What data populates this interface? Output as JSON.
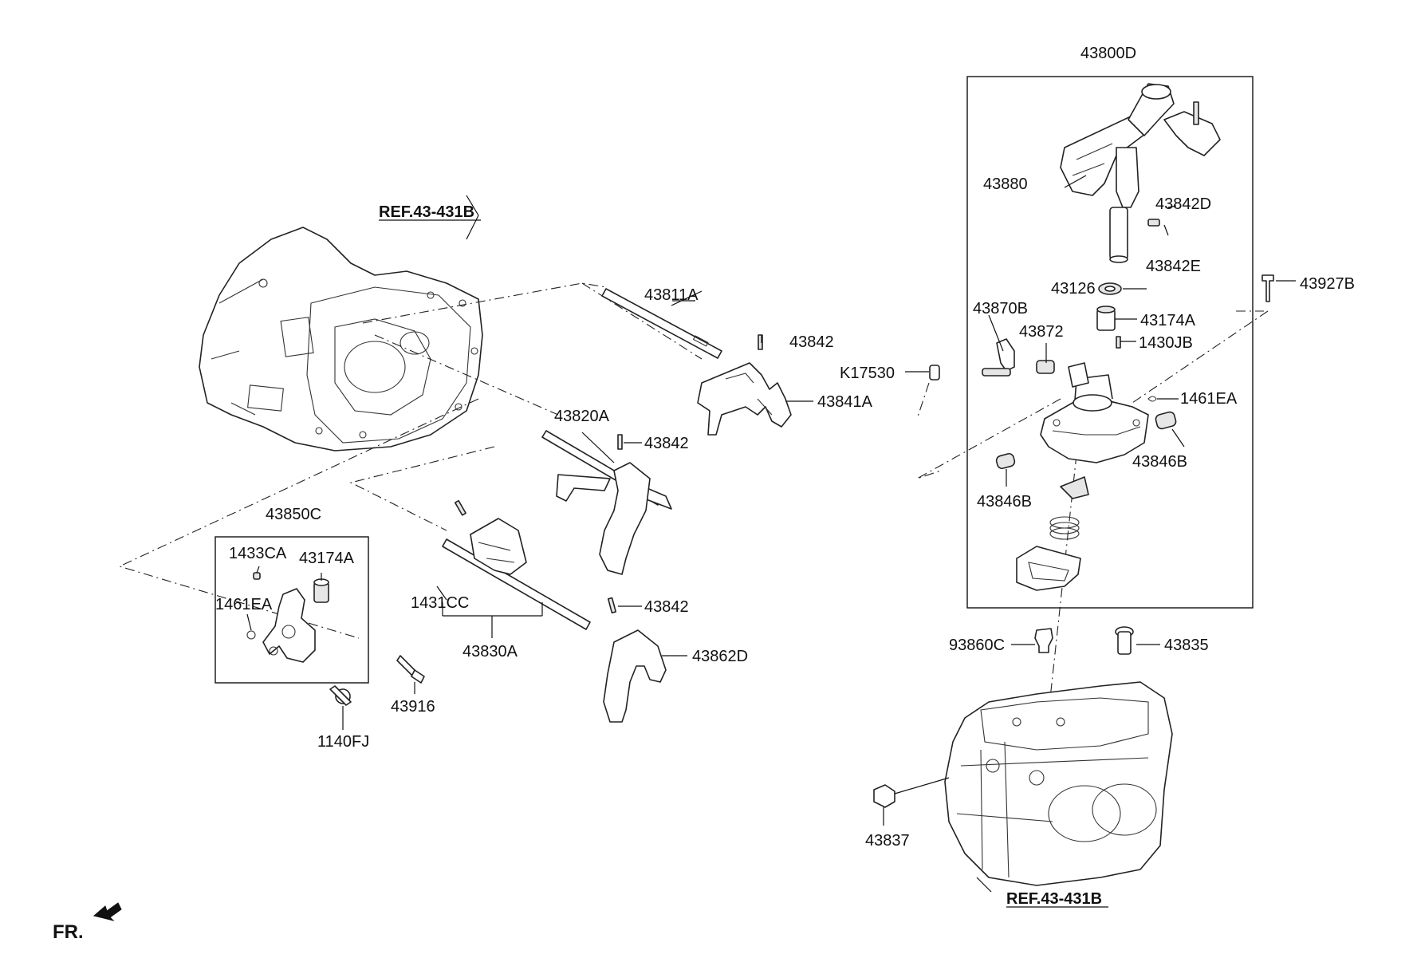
{
  "references": {
    "top": "REF.43-431B",
    "bottom": "REF.43-431B"
  },
  "direction": "FR.",
  "parts": {
    "p43800D": "43800D",
    "p43880": "43880",
    "p43842D": "43842D",
    "p43842E": "43842E",
    "p43126": "43126",
    "p43927B": "43927B",
    "p43870B": "43870B",
    "p43174A_r": "43174A",
    "p43872": "43872",
    "p1430JB": "1430JB",
    "pK17530": "K17530",
    "p1461EA_r": "1461EA",
    "p43846B_r": "43846B",
    "p43846B_l": "43846B",
    "p43811A": "43811A",
    "p43842_a": "43842",
    "p43841A": "43841A",
    "p43820A": "43820A",
    "p43842_b": "43842",
    "p43850C": "43850C",
    "p1433CA": "1433CA",
    "p43174A_l": "43174A",
    "p1461EA_l": "1461EA",
    "p1431CC": "1431CC",
    "p43842_c": "43842",
    "p43830A": "43830A",
    "p43862D": "43862D",
    "p43916": "43916",
    "p1140FJ": "1140FJ",
    "p93860C": "93860C",
    "p43835": "43835",
    "p43837": "43837"
  }
}
